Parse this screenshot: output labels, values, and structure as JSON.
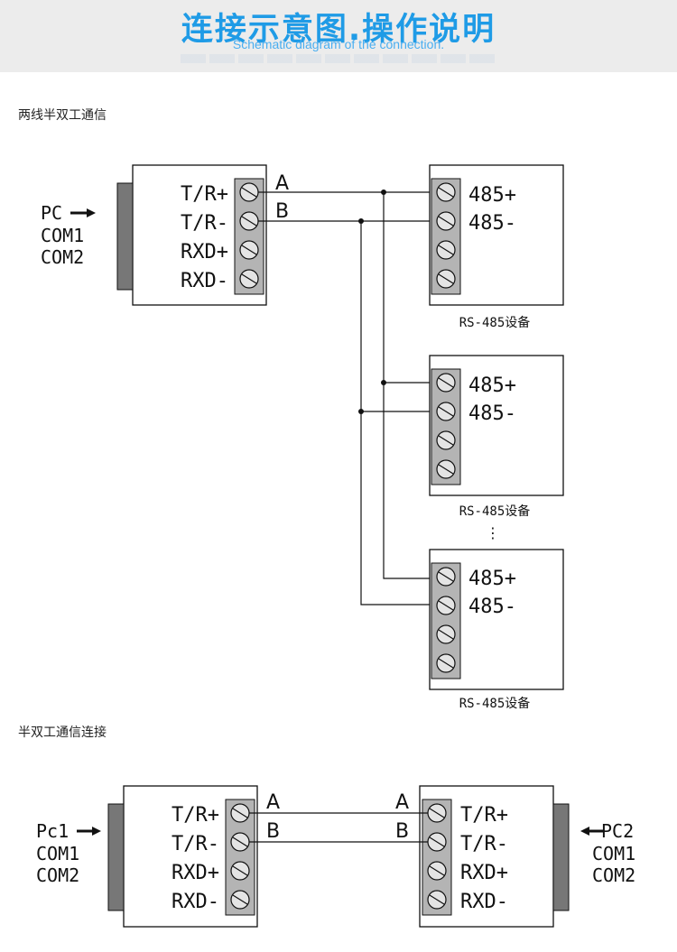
{
  "banner": {
    "title": "连接示意图.操作说明",
    "subtitle": "Schematic diagram of the connection."
  },
  "section1": {
    "label": "两线半双工通信",
    "pc": {
      "pc": "PC",
      "com1": "COM1",
      "com2": "COM2"
    },
    "converter_terminals": [
      "T/R+",
      "T/R-",
      "RXD+",
      "RXD-"
    ],
    "wire_a": "A",
    "wire_b": "B",
    "device_terminals": [
      "485+",
      "485-"
    ],
    "device_caption": "RS-485设备",
    "ellipsis": "⋮"
  },
  "section2": {
    "label": "半双工通信连接",
    "pc_left": {
      "pc": "Pc1",
      "com1": "COM1",
      "com2": "COM2"
    },
    "pc_right": {
      "pc": "PC2",
      "com1": "COM1",
      "com2": "COM2"
    },
    "terminals": [
      "T/R+",
      "T/R-",
      "RXD+",
      "RXD-"
    ],
    "wire_a": "A",
    "wire_b": "B"
  },
  "colors": {
    "banner_title": "#1f9be6",
    "banner_bg": "#ececec",
    "terminal_block": "#b4b4b4",
    "db_connector": "#777777"
  }
}
